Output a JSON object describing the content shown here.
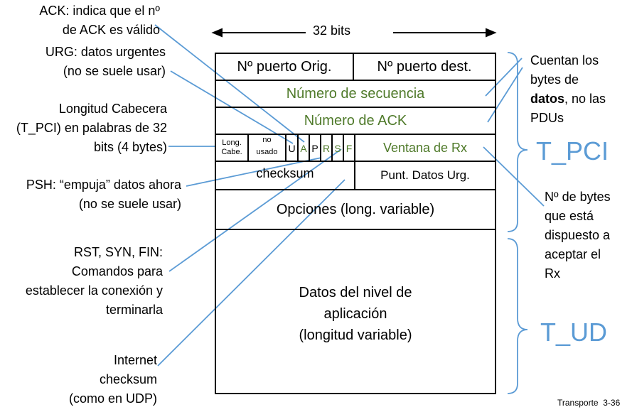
{
  "header": {
    "width_label": "32 bits"
  },
  "table": {
    "row1": {
      "src_port": "Nº puerto Orig.",
      "dst_port": "Nº puerto dest."
    },
    "seq": "Número de secuencia",
    "ack": "Número de ACK",
    "row4": {
      "hdr_len_line1": "Long.",
      "hdr_len_line2": "Cabe.",
      "unused_line1": "no",
      "unused_line2": "usado",
      "flags": [
        "U",
        "A",
        "P",
        "R",
        "S",
        "F"
      ],
      "window": "Ventana de Rx"
    },
    "row5": {
      "checksum": "checksum",
      "urgent_ptr": "Punt. Datos Urg."
    },
    "options": "Opciones (long. variable)",
    "data_line1": "Datos del nivel de",
    "data_line2": "aplicación",
    "data_line3": "(longitud variable)"
  },
  "left_annotations": {
    "ack_line1": "ACK: indica que el nº",
    "ack_line2": "de ACK es válido",
    "urg_line1": "URG: datos urgentes",
    "urg_line2": "(no se suele usar)",
    "len_line1": "Longitud Cabecera",
    "len_line2": "(T_PCI) en palabras de 32",
    "len_line3": "bits (4 bytes)",
    "psh_line1": "PSH: “empuja” datos ahora",
    "psh_line2": "(no se suele usar)",
    "rst_line1": "RST, SYN, FIN:",
    "rst_line2": "Comandos para",
    "rst_line3": "establecer la conexión y",
    "rst_line4": "terminarla",
    "cks_line1": "Internet",
    "cks_line2": "checksum",
    "cks_line3": "(como en UDP)"
  },
  "right_annotations": {
    "count_line1": "Cuentan los",
    "count_line2": "bytes de",
    "count_bold": "datos",
    "count_line3_rest": ", no las",
    "count_line4": "PDUs",
    "tpci": "T_PCI",
    "tud": "T_UD",
    "win_line1": "Nº de bytes",
    "win_line2": "que está",
    "win_line3": "dispuesto a",
    "win_line4": "aceptar el",
    "win_line5": "Rx"
  },
  "footer": {
    "page": "Transporte  3-36"
  },
  "colors": {
    "green": "#4f7a2a",
    "blue": "#5b9bd5"
  }
}
